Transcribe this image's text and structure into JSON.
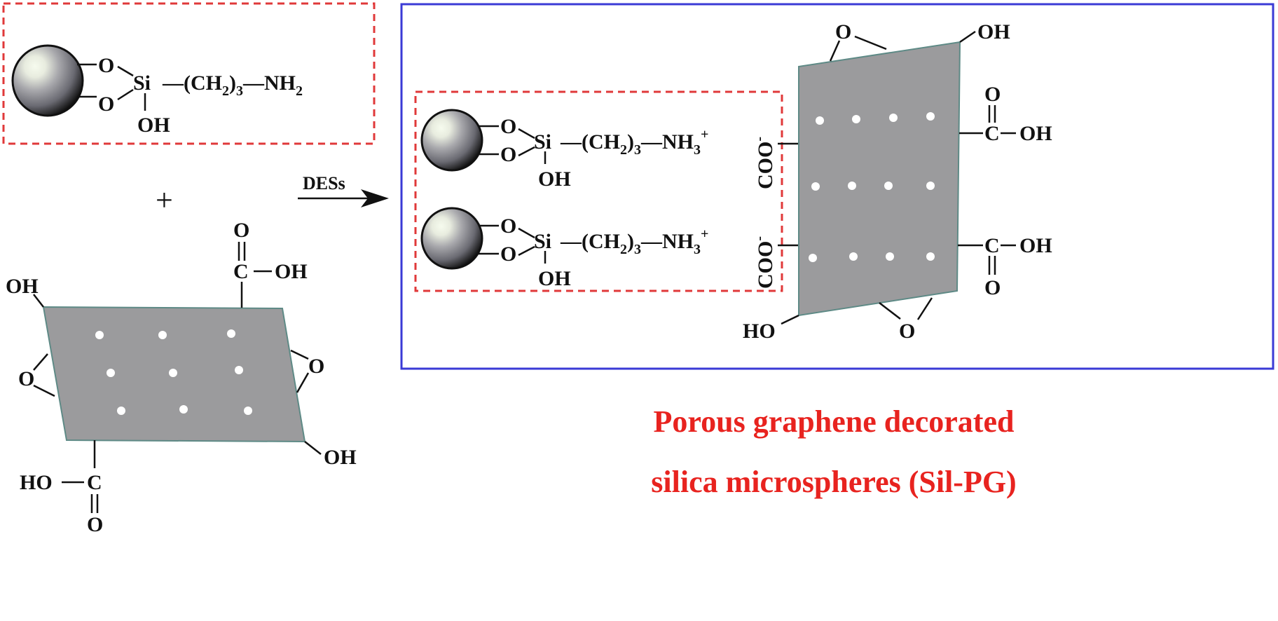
{
  "reactant_silica": {
    "o1": "O",
    "o2": "O",
    "si": "Si",
    "chain": "—(CH",
    "h2": "2",
    "close": ")",
    "n3": "3",
    "amine": "—NH",
    "amine_sub": "2",
    "oh": "OH"
  },
  "plus": "+",
  "arrow_label": "DESs",
  "reactant_graphene": {
    "oh_top_left": "OH",
    "carbonyl_o_top": "O",
    "c_top": "C",
    "oh_top": "OH",
    "epoxide_left": "O",
    "epoxide_right": "O",
    "oh_bottom_right": "OH",
    "ho_bottom": "HO",
    "c_bottom": "C",
    "carbonyl_o_bottom": "O"
  },
  "product": {
    "rows": [
      {
        "o1": "O",
        "o2": "O",
        "si": "Si",
        "chain": "—(CH",
        "h2": "2",
        "close": ")",
        "n3": "3",
        "amine": "—NH",
        "amine_sub": "3",
        "charge": "+",
        "oh": "OH",
        "coo": "COO",
        "coo_charge": "-"
      },
      {
        "o1": "O",
        "o2": "O",
        "si": "Si",
        "chain": "—(CH",
        "h2": "2",
        "close": ")",
        "n3": "3",
        "amine": "—NH",
        "amine_sub": "3",
        "charge": "+",
        "oh": "OH",
        "coo": "COO",
        "coo_charge": "-"
      }
    ],
    "sheet": {
      "epoxide_top": "O",
      "oh_top_right": "OH",
      "carbonyl_o_top": "O",
      "c1": "C",
      "oh1": "OH",
      "c2": "C",
      "oh2": "OH",
      "carbonyl_o_bottom": "O",
      "ho_bottom_left": "HO",
      "epoxide_bottom": "O"
    }
  },
  "caption": {
    "line1": "Porous graphene decorated",
    "line2": "silica microspheres (Sil-PG)"
  },
  "colors": {
    "caption": "#e8231f",
    "dashed_box": "#e0393a",
    "product_box": "#3a3ad6",
    "sheet": "#9b9b9d"
  }
}
